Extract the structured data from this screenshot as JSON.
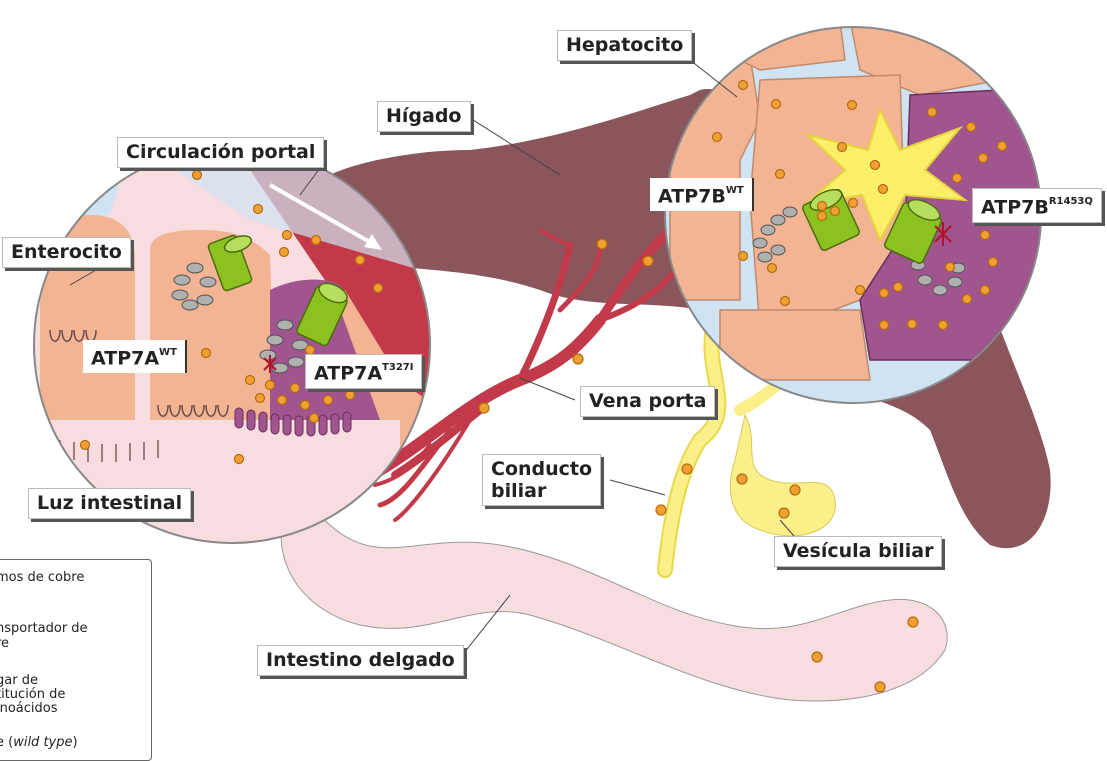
{
  "labels": {
    "hepatocito": "Hepatocito",
    "higado": "Hígado",
    "circulacion_portal": "Circulación portal",
    "enterocito": "Enterocito",
    "atp7b_wt_base": "ATP7B",
    "atp7b_wt_sup": "WT",
    "atp7b_mut_base": "ATP7B",
    "atp7b_mut_sup": "R1453Q",
    "atp7a_wt_base": "ATP7A",
    "atp7a_wt_sup": "WT",
    "atp7a_mut_base": "ATP7A",
    "atp7a_mut_sup": "T327I",
    "vena_porta": "Vena porta",
    "conducto_biliar_1": "Conducto",
    "conducto_biliar_2": "biliar",
    "luz_intestinal": "Luz intestinal",
    "vesicula_biliar": "Vesícula biliar",
    "intestino_delgado": "Intestino delgado"
  },
  "legend": {
    "item1": "mos de cobre",
    "item2_l1": "nsportador de",
    "item2_l2": "re",
    "item3_l1": "gar de",
    "item3_l2": "titución de",
    "item3_l3": "inoácidos",
    "item4_pre": "e (",
    "item4_italic": "wild type",
    "item4_post": ")"
  },
  "colors": {
    "liver": "#8a555b",
    "intestine": "#f7dde0",
    "vessel": "#c23a4a",
    "bile": "#fbef8a",
    "cell_light": "#f2b493",
    "cell_purple": "#a0558e",
    "copper": "#f0a030",
    "transporter": "#8cc21f",
    "membrane": "#cfe3f2"
  }
}
